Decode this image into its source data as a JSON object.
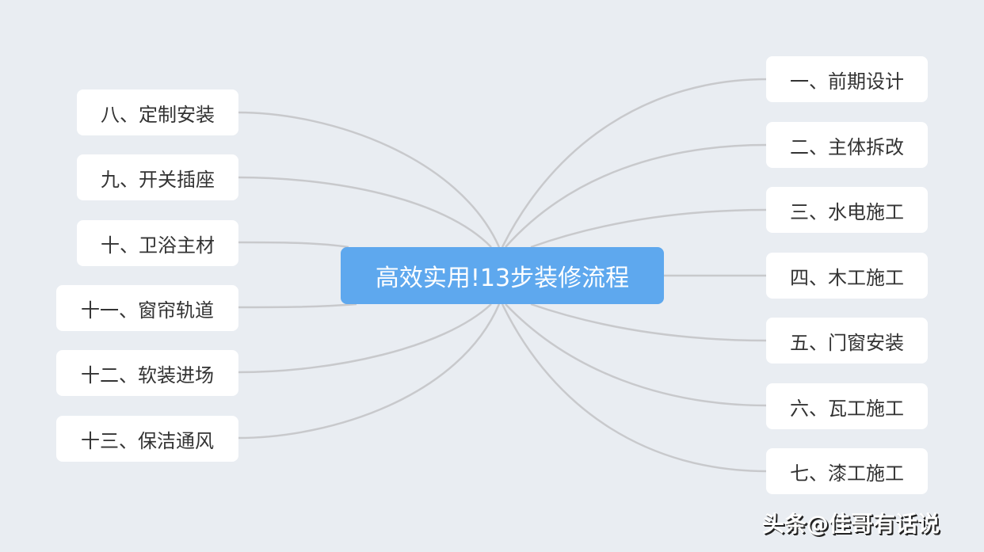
{
  "root": {
    "label": "高效实用!13步装修流程",
    "color": "#5ea8ee"
  },
  "right_nodes": [
    {
      "label": "一、前期设计"
    },
    {
      "label": "二、主体拆改"
    },
    {
      "label": "三、水电施工"
    },
    {
      "label": "四、木工施工"
    },
    {
      "label": "五、门窗安装"
    },
    {
      "label": "六、瓦工施工"
    },
    {
      "label": "七、漆工施工"
    }
  ],
  "left_nodes": [
    {
      "label": "八、定制安装"
    },
    {
      "label": "九、开关插座"
    },
    {
      "label": "十、卫浴主材"
    },
    {
      "label": "十一、窗帘轨道"
    },
    {
      "label": "十二、软装进场"
    },
    {
      "label": "十三、保洁通风"
    }
  ],
  "watermark": "头条@佳哥有话说"
}
